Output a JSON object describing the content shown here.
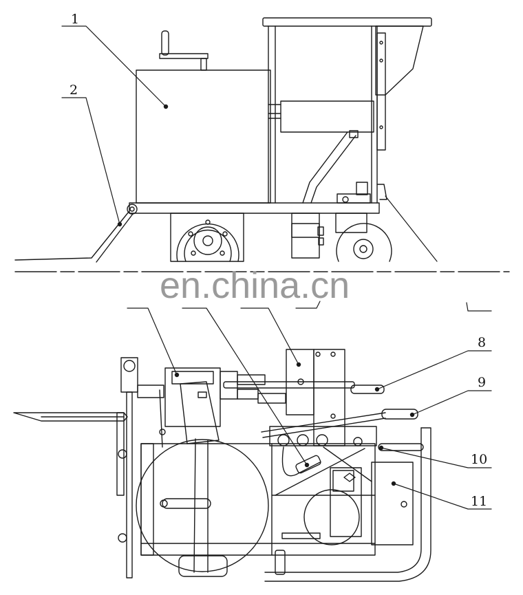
{
  "labels": {
    "l1": "1",
    "l2": "2",
    "l8": "8",
    "l9": "9",
    "l10": "10",
    "l11": "11"
  },
  "watermark": "en.china.cn",
  "colors": {
    "line": "#1a1a1a",
    "watermark": "#9a9a9a"
  }
}
